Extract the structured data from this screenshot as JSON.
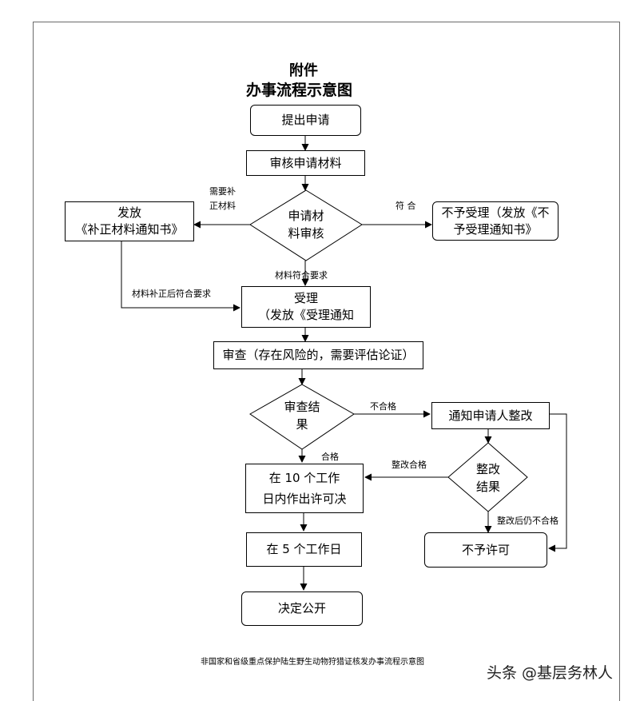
{
  "header": {
    "line1": "附件",
    "line2": "办事流程示意图"
  },
  "nodes": {
    "submit": "提出申请",
    "review_materials": "审核申请材料",
    "issue_correction_l1": "发放",
    "issue_correction_l2": "《补正材料通知书》",
    "materials_decision_l1": "申请材",
    "materials_decision_l2": "料审核",
    "reject_acceptance_l1": "不予受理（发放《不",
    "reject_acceptance_l2": "予受理通知书》",
    "accept_l1": "受理",
    "accept_l2": "（发放《受理通知",
    "examine": "审查（存在风险的，需要评估论证）",
    "exam_result_l1": "审查结",
    "exam_result_l2": "果",
    "notify_rectify": "通知申请人整改",
    "rectify_result_l1": "整改",
    "rectify_result_l2": "结果",
    "decide_l1": "在 10 个工作",
    "decide_l2": "日内作出许可决",
    "five_days": "在 5 个工作日",
    "deny_permit": "不予许可",
    "publish": "决定公开"
  },
  "edge_labels": {
    "need_supplement_l1": "需要补",
    "need_supplement_l2": "正材料",
    "conform": "符  合",
    "materials_ok": "材料符合要求",
    "after_supplement_ok": "材料补正后符合要求",
    "fail": "不合格",
    "pass": "合格",
    "rectify_pass": "整改合格",
    "rectify_still_fail": "整改后仍不合格"
  },
  "footer": {
    "caption": "非国家和省级重点保护陆生野生动物狩猎证核发办事流程示意图"
  },
  "watermark": {
    "text": "头条 @基层务林人"
  }
}
